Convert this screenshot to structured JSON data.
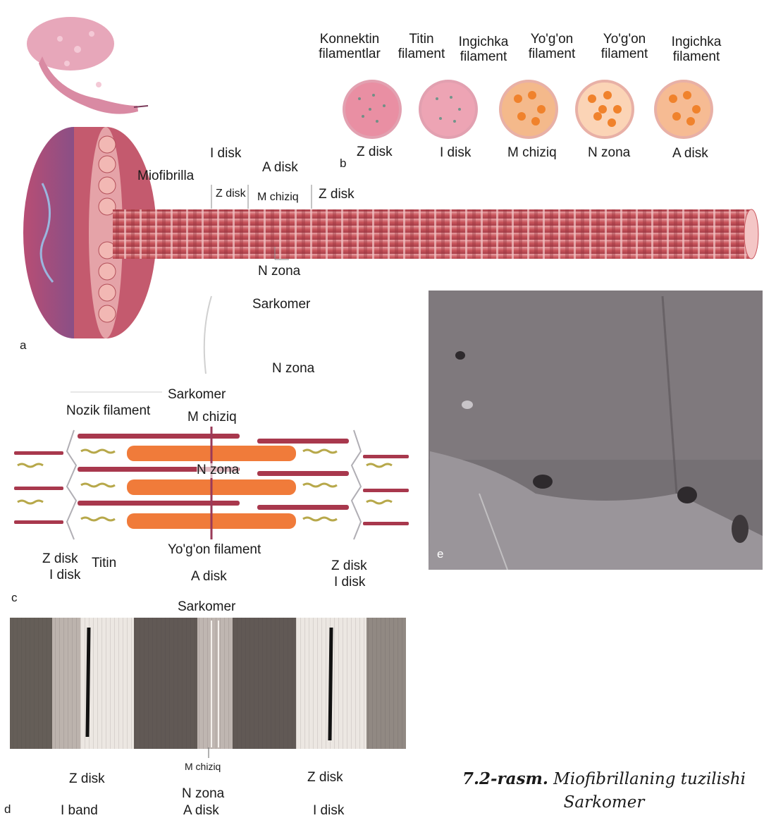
{
  "panels": {
    "a": "a",
    "b": "b",
    "c": "c",
    "d": "d",
    "e": "e"
  },
  "panel_a": {
    "miofibrilla": "Miofibrilla",
    "i_disk": "I disk",
    "a_disk": "A disk",
    "z_disk_left": "Z disk",
    "m_chiziq": "M chiziq",
    "z_disk_right": "Z disk",
    "n_zona": "N zona",
    "sarkomer": "Sarkomer"
  },
  "panel_b": {
    "top_labels": [
      {
        "line1": "Konnektin",
        "line2": "filamentlar"
      },
      {
        "line1": "Titin",
        "line2": "filament"
      },
      {
        "line1": "Ingichka",
        "line2": "filament"
      },
      {
        "line1": "Yo'g'on",
        "line2": "filament"
      },
      {
        "line1": "Yo'g'on",
        "line2": "filament"
      },
      {
        "line1": "Ingichka",
        "line2": "filament"
      }
    ],
    "bottom_labels": [
      "Z disk",
      "I disk",
      "M chiziq",
      "N zona",
      "A disk"
    ]
  },
  "panel_c": {
    "n_zona_top": "N zona",
    "sarkomer": "Sarkomer",
    "nozik_filament": "Nozik filament",
    "m_chiziq": "M chiziq",
    "n_zona_mid": "N zona",
    "yogon_filament": "Yo'g'on filament",
    "z_disk_left": "Z disk",
    "titin": "Titin",
    "i_disk_left": "I disk",
    "a_disk": "A disk",
    "z_disk_right": "Z disk",
    "i_disk_right": "I disk"
  },
  "panel_d": {
    "sarkomer": "Sarkomer",
    "z_disk_left": "Z disk",
    "m_chiziq": "M chiziq",
    "n_zona": "N zona",
    "z_disk_right": "Z disk",
    "i_band": "I band",
    "a_disk": "A disk",
    "i_disk": "I disk"
  },
  "caption": {
    "number": "7.2-rasm.",
    "line1_rest": " Miofibrillaning tuzilishi",
    "line2": "Sarkomer"
  },
  "colors": {
    "muscle_pink": "#c8607a",
    "myofibril_red": "#c9555c",
    "thick_filament": "#f07b3a",
    "thin_filament": "#a8384d",
    "em_gray": "#6f6a6d"
  }
}
